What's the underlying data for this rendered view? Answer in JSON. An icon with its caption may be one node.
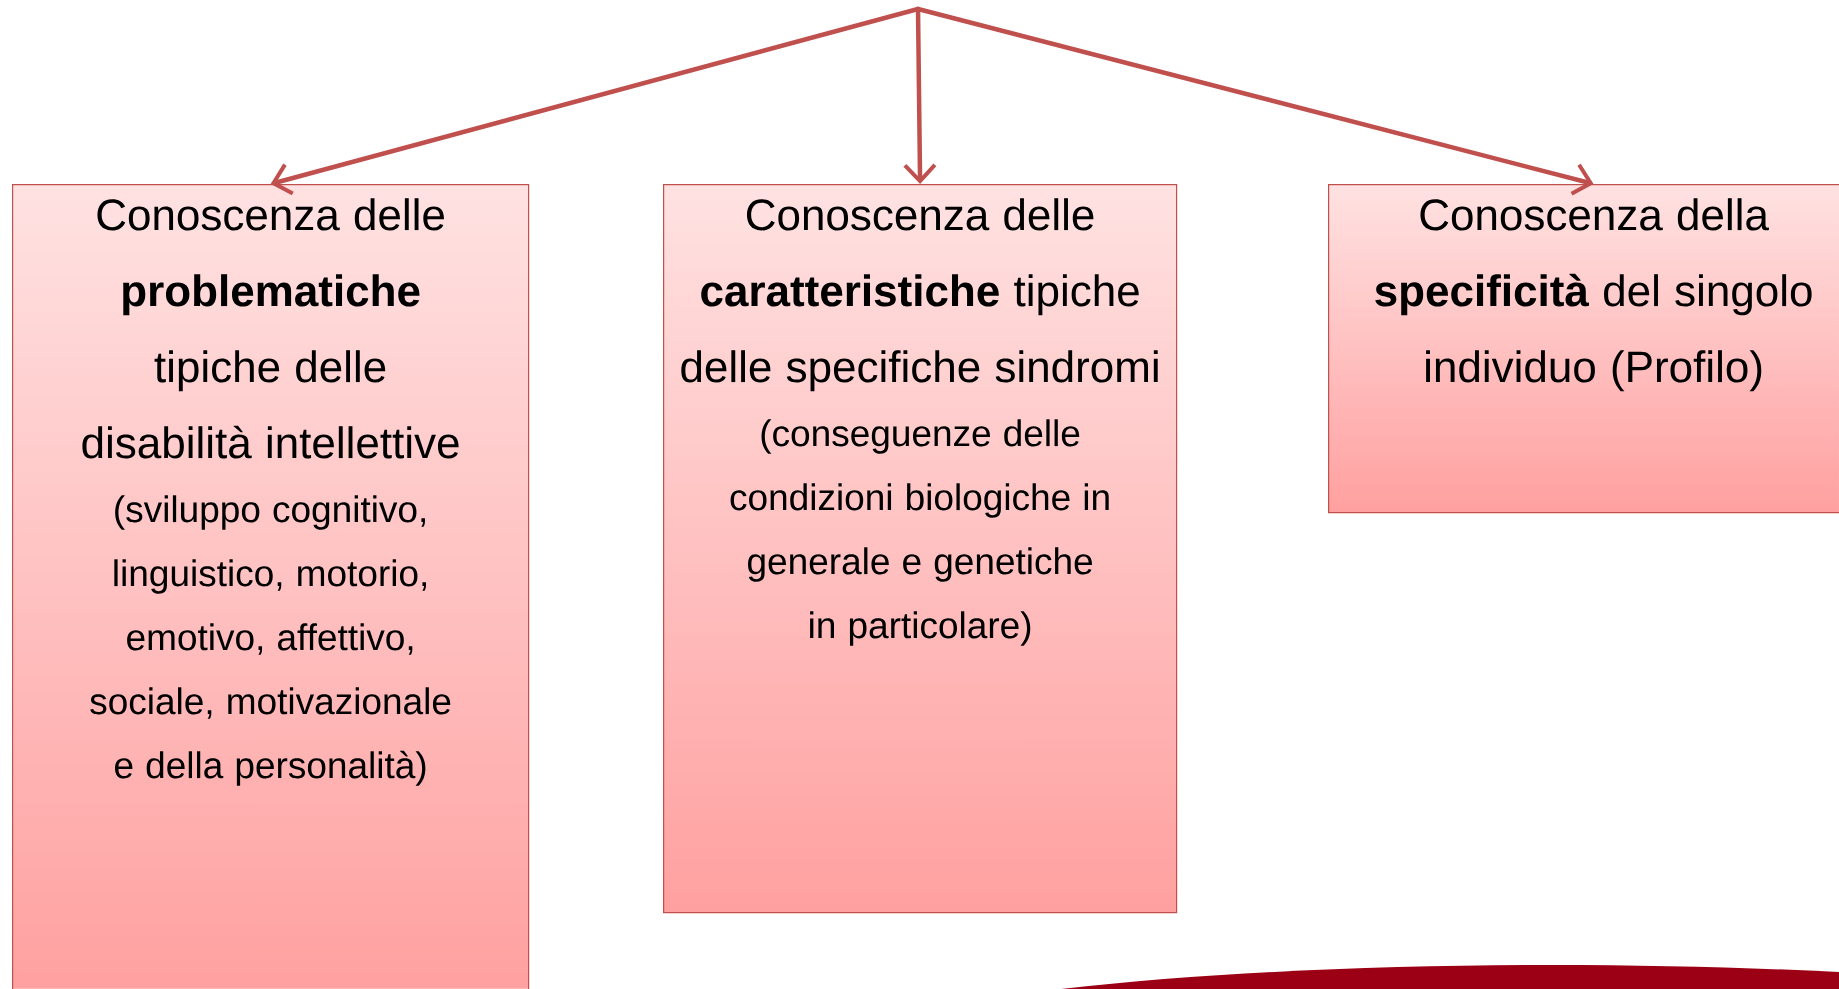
{
  "diagram": {
    "nodes": [
      {
        "text": [
          "Conoscenza delle **problematiche** tipiche delle disabilità intellettive",
          "(sviluppo cognitivo, linguistico, motorio, emotivo, affettivo, sociale, motivazionale e della personalità)"
        ]
      },
      {
        "text": [
          "Conoscenza delle **caratteristiche** tipiche delle specifiche sindromi",
          "(conseguenze delle condizioni biologiche in generale e genetiche in particolare)"
        ]
      },
      {
        "text": [
          "Conoscenza della **specificità** del singolo individuo (Profilo)"
        ]
      }
    ],
    "edges": [
      {
        "from": null,
        "to": 0,
        "arrow": "to"
      },
      {
        "from": null,
        "to": 1,
        "arrow": "to"
      },
      {
        "from": null,
        "to": 2,
        "arrow": "to"
      }
    ]
  }
}
